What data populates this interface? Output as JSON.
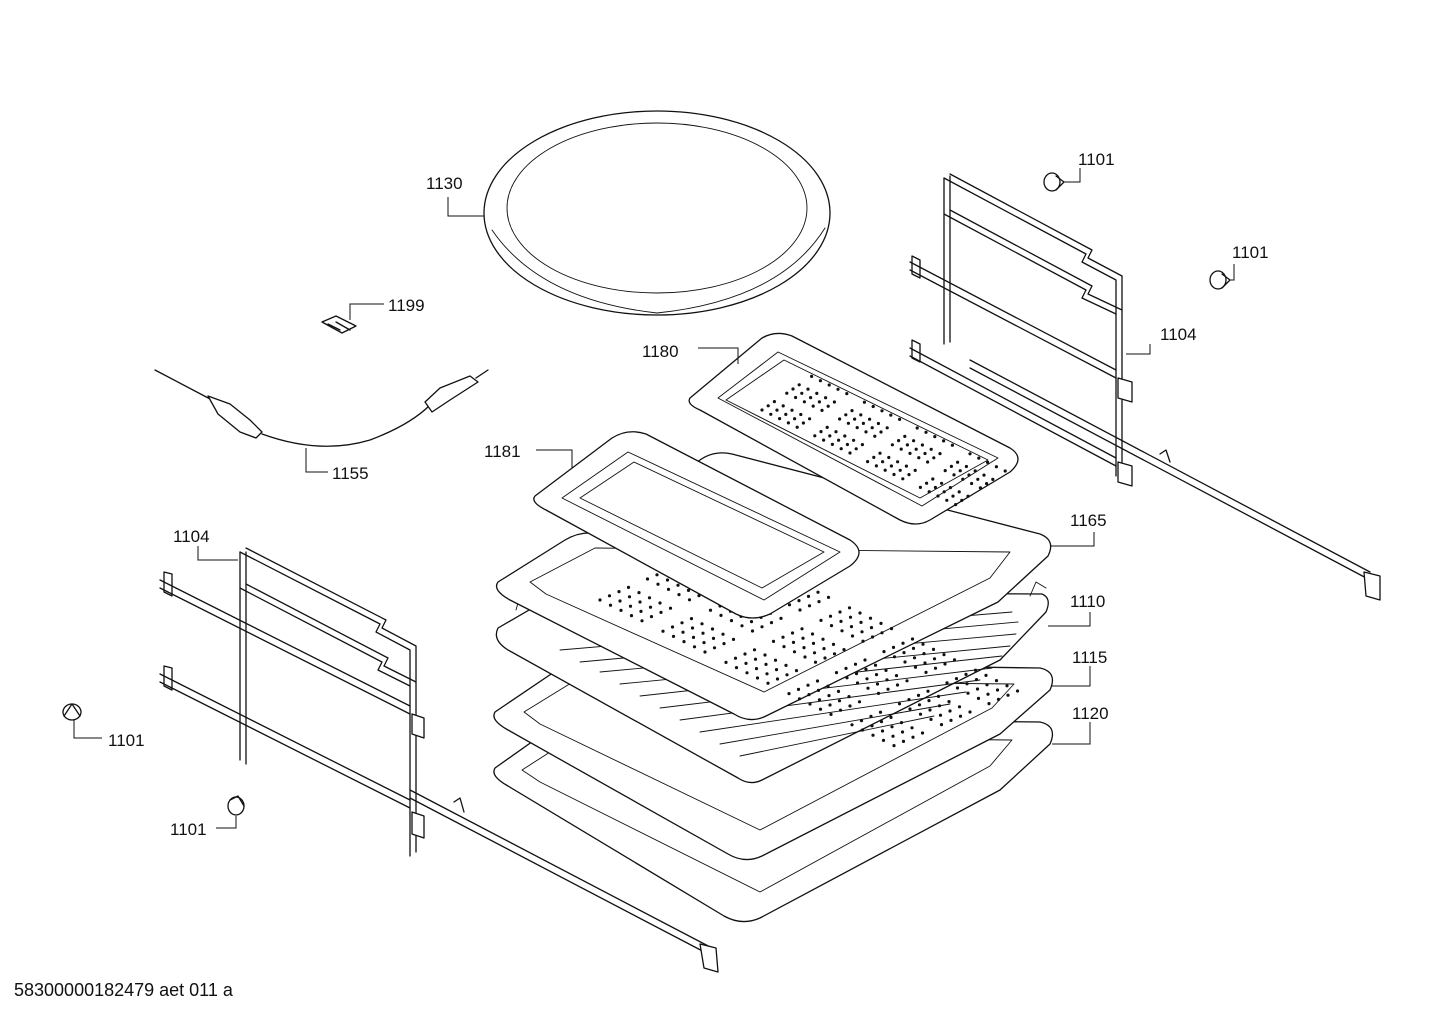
{
  "labels": {
    "p1130": "1130",
    "p1199": "1199",
    "p1155": "1155",
    "p1180": "1180",
    "p1181": "1181",
    "p1165": "1165",
    "p1110": "1110",
    "p1115": "1115",
    "p1120": "1120",
    "p1104_left": "1104",
    "p1104_right": "1104",
    "p1101_a": "1101",
    "p1101_b": "1101",
    "p1101_c": "1101",
    "p1101_d": "1101"
  },
  "footer": "58300000182479 aet 011 a"
}
